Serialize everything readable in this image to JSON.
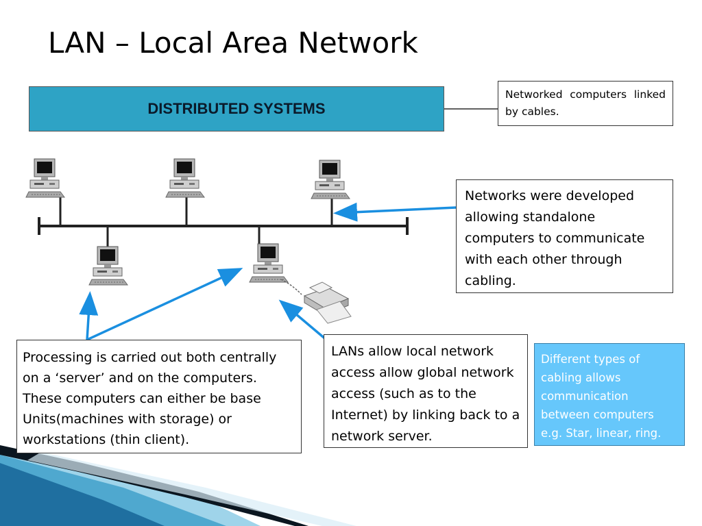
{
  "slide": {
    "title": "LAN – Local Area Network",
    "header_label": "DISTRIBUTED SYSTEMS",
    "notes": {
      "cables": "Networked computers linked by cables.",
      "networks": "Networks were developed allowing standalone computers to communicate with each other through cabling.",
      "processing": "Processing is carried out both centrally on a ‘server’ and on the computers. These computers can either be base Units(machines with storage) or workstations (thin client).",
      "lans": "LANs allow local network access allow global network access (such as to the Internet) by linking back to a network server.",
      "cabling_types": "Different types of cabling allows communication between computers e.g. Star, linear, ring."
    },
    "colors": {
      "header_fill": "#2ea3c5",
      "arrow": "#1a8fe0",
      "info_box_fill": "#66c7fb"
    },
    "icons": [
      "desktop-computer-icon",
      "printer-icon"
    ]
  }
}
